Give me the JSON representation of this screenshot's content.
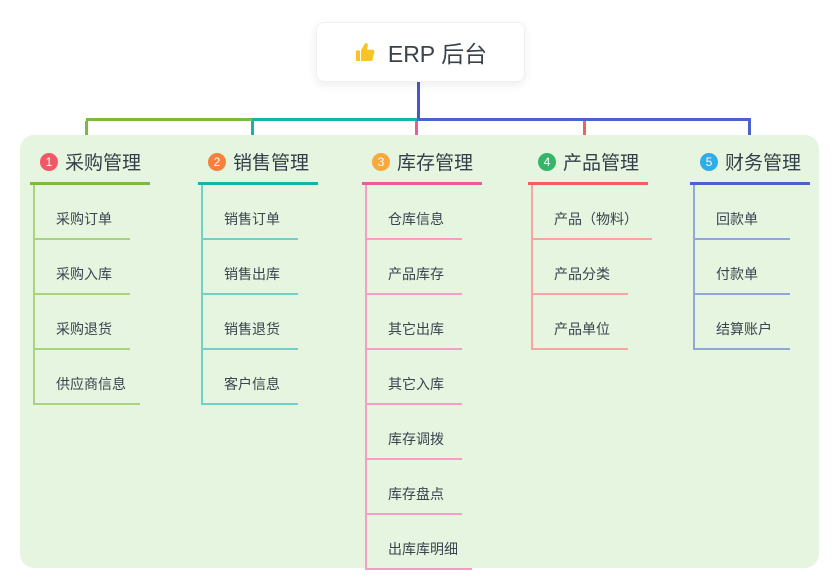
{
  "root": {
    "icon": "thumbs-up",
    "label": "ERP 后台"
  },
  "connectors": {
    "stem_color": "#4659c6"
  },
  "panel_bg": "#e5f5e0",
  "branches": [
    {
      "num": "1",
      "title": "采购管理",
      "color": "#7cb93f",
      "light": "#a9d47e",
      "badge": "#f25767",
      "children": [
        "采购订单",
        "采购入库",
        "采购退货",
        "供应商信息"
      ]
    },
    {
      "num": "2",
      "title": "销售管理",
      "color": "#12b5ac",
      "light": "#72d0c8",
      "badge": "#f5823c",
      "children": [
        "销售订单",
        "销售出库",
        "销售退货",
        "客户信息"
      ]
    },
    {
      "num": "3",
      "title": "库存管理",
      "color": "#ee5a9e",
      "light": "#f69cc6",
      "badge": "#f9a93c",
      "children": [
        "仓库信息",
        "产品库存",
        "其它出库",
        "其它入库",
        "库存调拨",
        "库存盘点",
        "出库库明细"
      ]
    },
    {
      "num": "4",
      "title": "产品管理",
      "color": "#f85d5d",
      "light": "#fba2a2",
      "badge": "#35b56a",
      "children": [
        "产品（物料）",
        "产品分类",
        "产品单位"
      ]
    },
    {
      "num": "5",
      "title": "财务管理",
      "color": "#4a63c8",
      "light": "#92a6dc",
      "badge": "#31ace4",
      "children": [
        "回款单",
        "付款单",
        "结算账户"
      ]
    }
  ]
}
